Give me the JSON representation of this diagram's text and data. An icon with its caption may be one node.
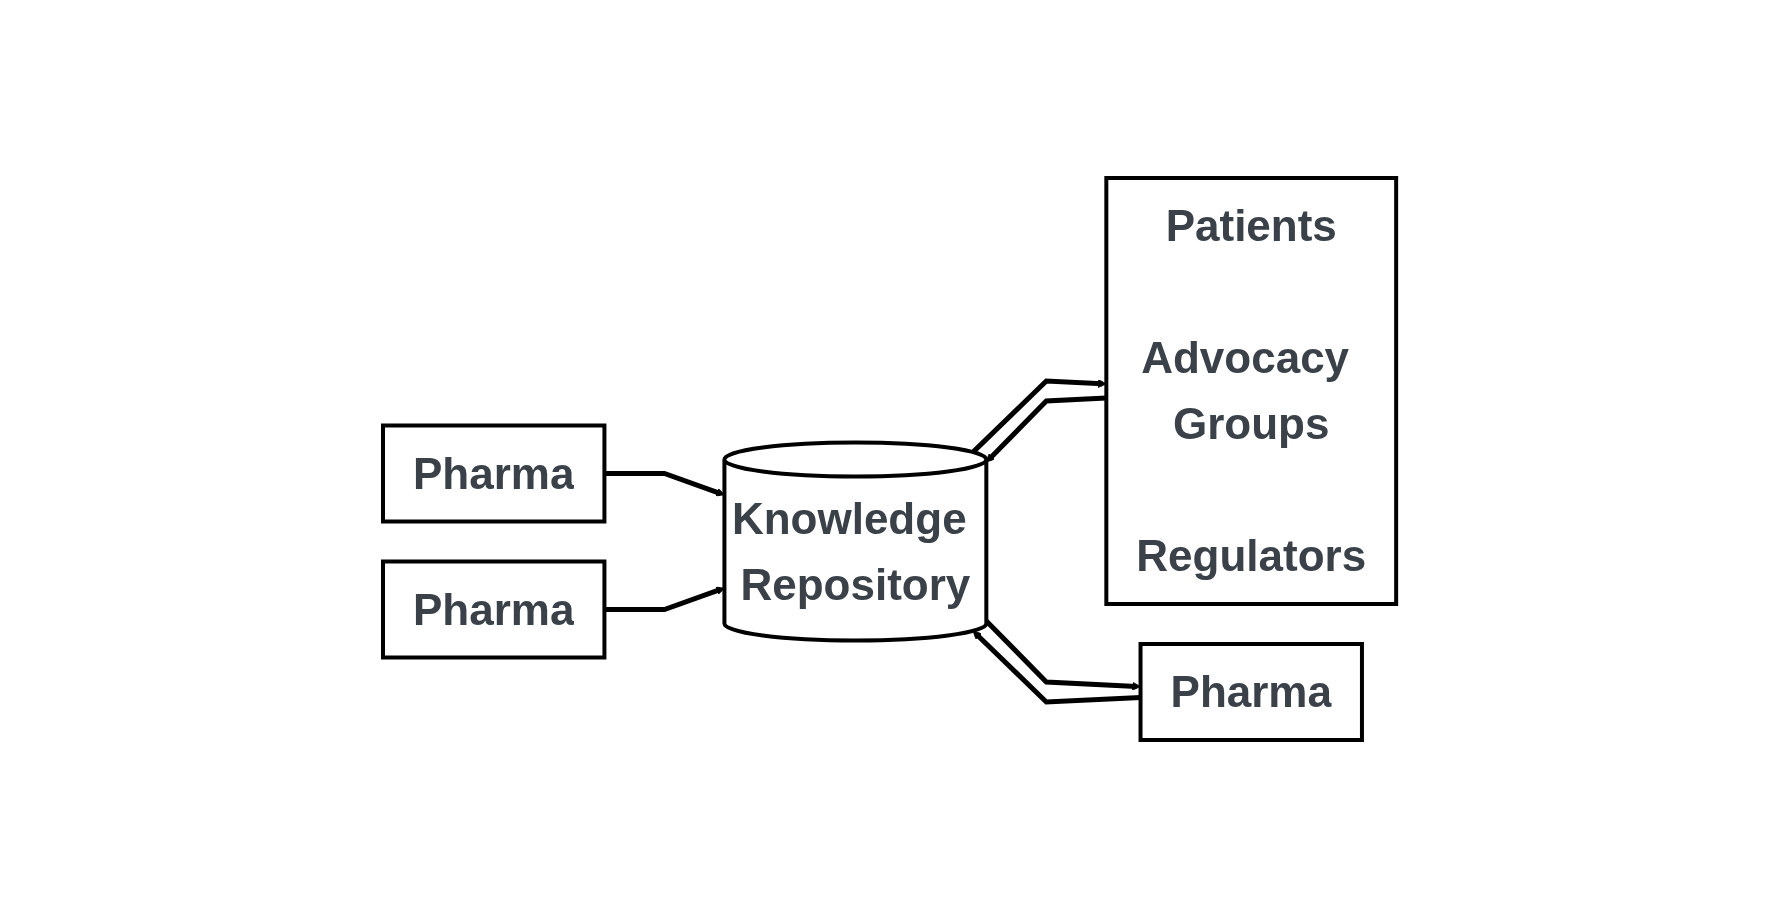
{
  "diagram": {
    "nodes": [
      {
        "text": [
          "Pharma"
        ]
      },
      {
        "text": [
          "Pharma"
        ]
      },
      {
        "text": [
          "Pharma"
        ]
      },
      {
        "text": [
          "Knowledge Repository"
        ]
      },
      {
        "text": [
          "Patients",
          "Advocacy Groups",
          "Regulators"
        ]
      }
    ],
    "edges": [
      {
        "from": 0,
        "to": 3,
        "arrow": "to"
      },
      {
        "from": 1,
        "to": 3,
        "arrow": "to"
      },
      {
        "from": 2,
        "to": 3,
        "arrow": "to"
      },
      {
        "from": 3,
        "to": 4,
        "arrow": "to"
      },
      {
        "from": 4,
        "to": 3,
        "arrow": "to"
      },
      {
        "from": 3,
        "to": 2,
        "arrow": "to"
      }
    ]
  }
}
